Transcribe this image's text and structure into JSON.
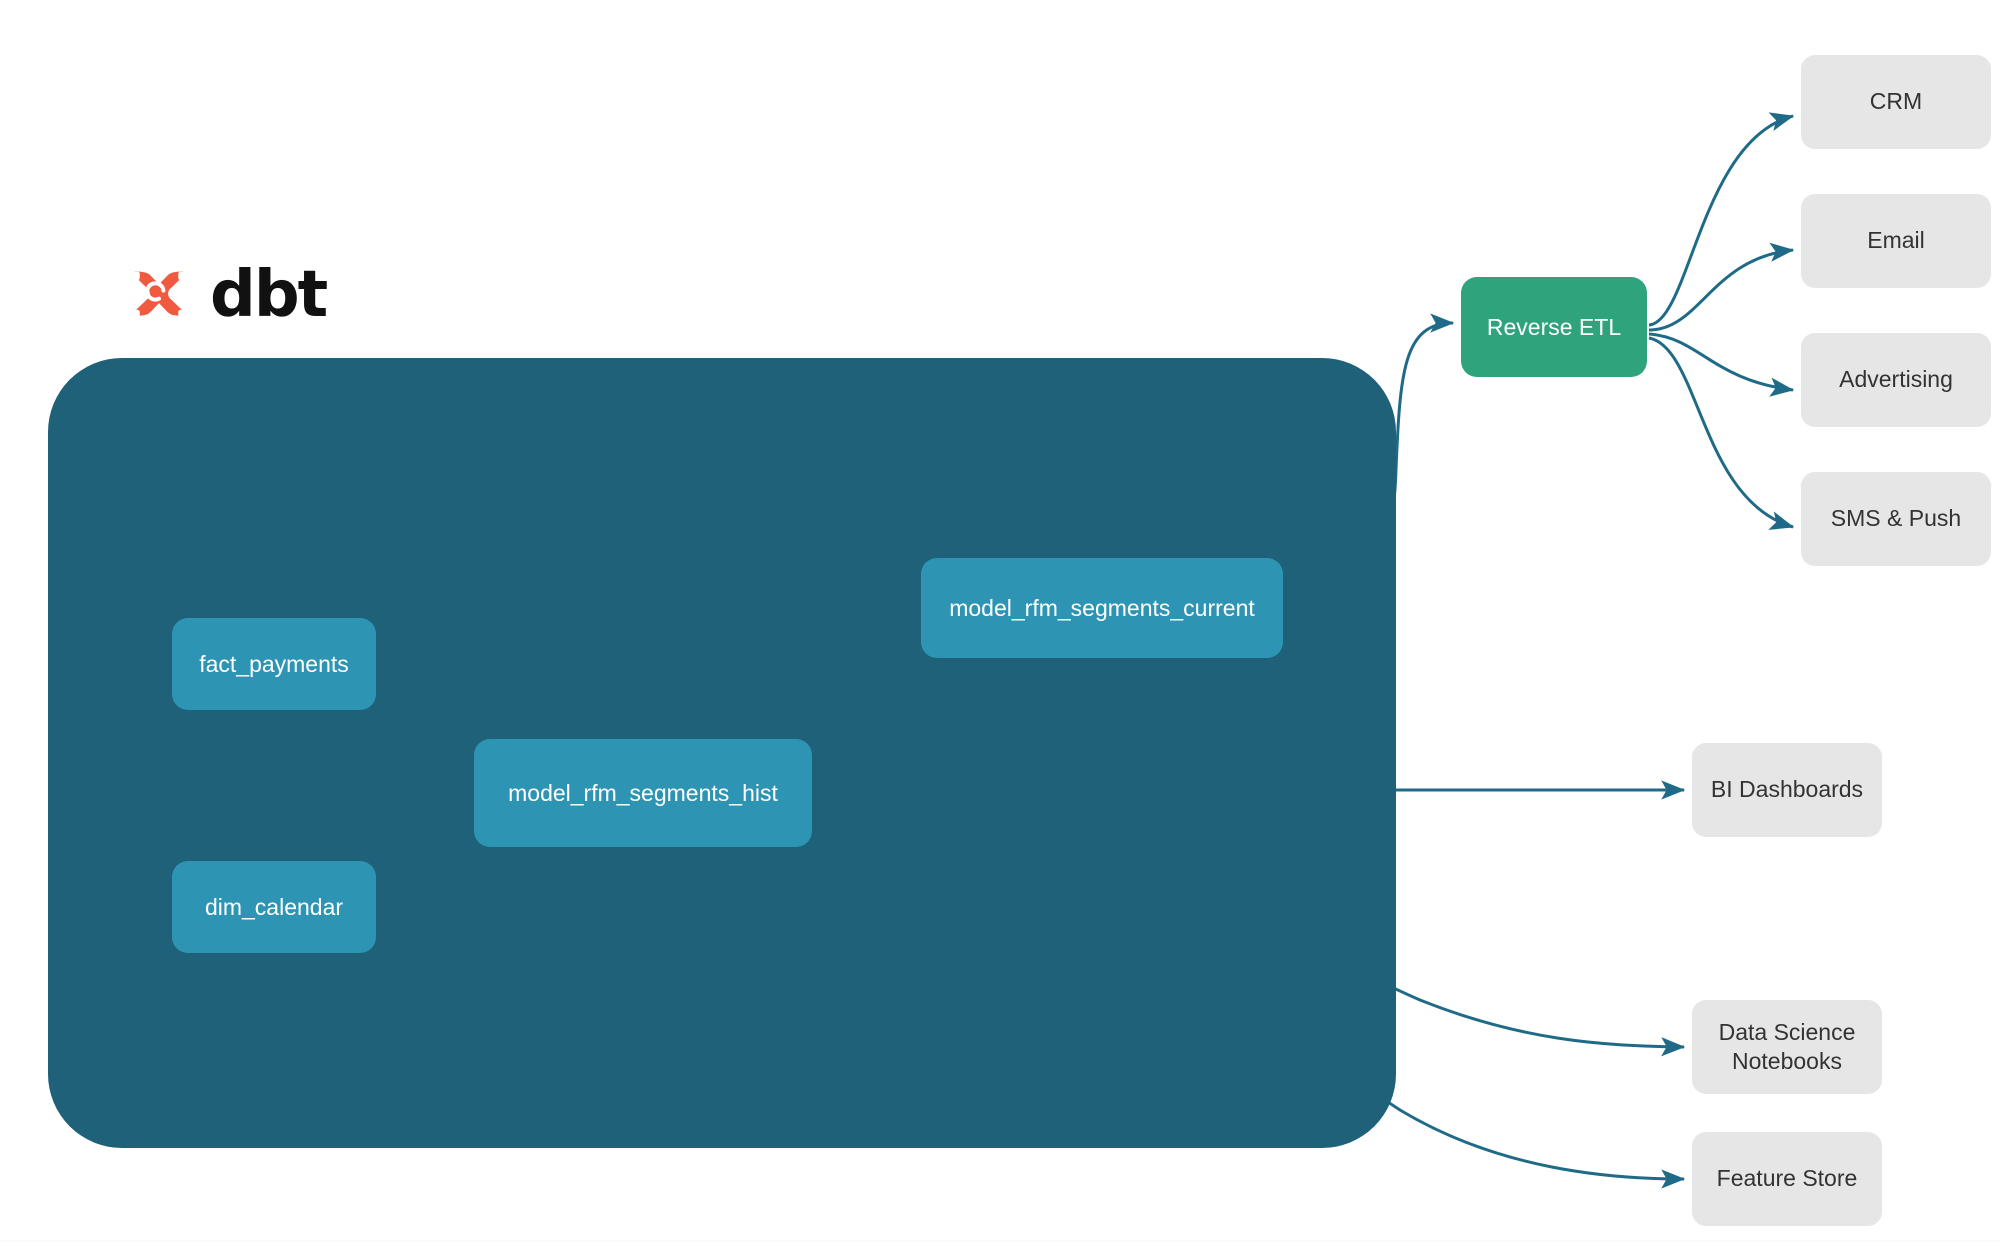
{
  "brand": {
    "logo_icon": "dbt-logo-icon",
    "wordmark": "dbt",
    "logo_color": "#F05A41"
  },
  "colors": {
    "background": "#FFFFFF",
    "warehouse_container": "#1E6179",
    "model_node": "#2E94B4",
    "service_node": "#2FA37C",
    "destination_node": "#E6E6E6",
    "destination_text": "#333333",
    "external_edge": "#1F6B87",
    "internal_edge": "#2A8CAE",
    "node_text": "#FFFFFF"
  },
  "warehouse": {
    "label": "",
    "sources": [
      {
        "id": "fact_payments",
        "label": "fact_payments"
      },
      {
        "id": "dim_calendar",
        "label": "dim_calendar"
      }
    ],
    "models": [
      {
        "id": "model_rfm_segments_hist",
        "label": "model_rfm_segments_hist"
      },
      {
        "id": "model_rfm_segments_current",
        "label": "model_rfm_segments_current"
      }
    ]
  },
  "services": [
    {
      "id": "reverse_etl",
      "label": "Reverse ETL"
    }
  ],
  "destinations": {
    "activation": [
      {
        "id": "crm",
        "label": "CRM"
      },
      {
        "id": "email",
        "label": "Email"
      },
      {
        "id": "advertising",
        "label": "Advertising"
      },
      {
        "id": "sms_push",
        "label": "SMS & Push"
      }
    ],
    "analytics": [
      {
        "id": "bi_dashboards",
        "label": "BI Dashboards"
      },
      {
        "id": "ds_notebooks",
        "label": "Data Science\nNotebooks"
      },
      {
        "id": "feature_store",
        "label": "Feature Store"
      }
    ]
  },
  "edges": [
    {
      "from": "fact_payments",
      "to": "model_rfm_segments_hist"
    },
    {
      "from": "dim_calendar",
      "to": "model_rfm_segments_hist"
    },
    {
      "from": "model_rfm_segments_hist",
      "to": "model_rfm_segments_current"
    },
    {
      "from": "model_rfm_segments_current",
      "to": "reverse_etl"
    },
    {
      "from": "reverse_etl",
      "to": "crm"
    },
    {
      "from": "reverse_etl",
      "to": "email"
    },
    {
      "from": "reverse_etl",
      "to": "advertising"
    },
    {
      "from": "reverse_etl",
      "to": "sms_push"
    },
    {
      "from": "model_rfm_segments_hist",
      "to": "bi_dashboards"
    },
    {
      "from": "model_rfm_segments_hist",
      "to": "ds_notebooks"
    },
    {
      "from": "model_rfm_segments_hist",
      "to": "feature_store"
    }
  ]
}
